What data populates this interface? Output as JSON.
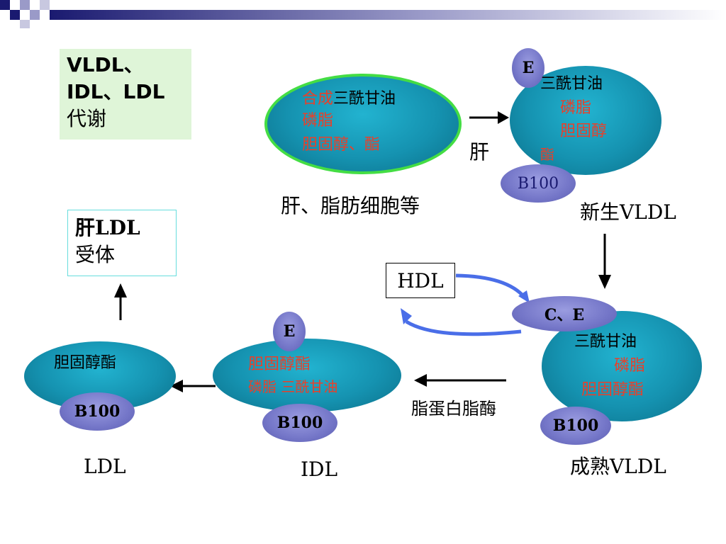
{
  "title": {
    "line1": "VLDL、",
    "line2": "IDL、LDL",
    "line3": "代谢"
  },
  "nascent_source": {
    "line1_red": "合成",
    "line1_black": "三酰甘油",
    "line2": "磷脂",
    "line3": "胆固醇、酯",
    "caption": "肝、脂肪细胞等"
  },
  "liver_label": "肝",
  "nascent_vldl": {
    "apo_e": "E",
    "tg": "三酰甘油",
    "pl": "磷脂",
    "chol": "胆固醇",
    "ester": "酯",
    "apo_b": "B100",
    "caption": "新生VLDL"
  },
  "hdl": {
    "label": "HDL"
  },
  "mature_vldl": {
    "apo_ce": "C、E",
    "tg": "三酰甘油",
    "pl": "磷脂",
    "ce": "胆固醇酯",
    "apo_b": "B100",
    "caption": "成熟VLDL"
  },
  "lipase_label": "脂蛋白脂酶",
  "idl": {
    "apo_e": "E",
    "ce": "胆固醇酯",
    "pl_tg": "磷脂  三酰甘油",
    "apo_b": "B100",
    "caption": "IDL"
  },
  "ldl": {
    "ce": "胆固醇酯",
    "apo_b": "B100",
    "caption": "LDL"
  },
  "receptor": {
    "line1": "肝LDL",
    "line2": "受体"
  },
  "colors": {
    "teal": "#1592b0",
    "lavender": "#7476c8",
    "red": "#e8402a",
    "green_border": "#44dd44",
    "title_bg": "#dff5d8",
    "receptor_border": "#66dddd",
    "hdl_arrow": "#4a6ee8"
  }
}
